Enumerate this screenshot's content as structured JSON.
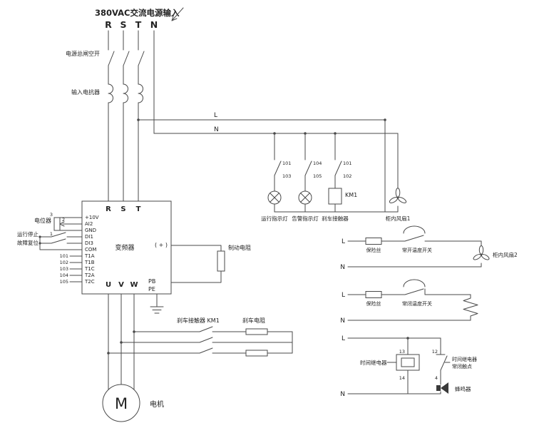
{
  "power": {
    "title": "380VAC交流电源输入",
    "phases": [
      "R",
      "S",
      "T",
      "N"
    ],
    "breaker_label": "电源总闸空开",
    "reactor_label": "输入电抗器"
  },
  "bus": {
    "l": "L",
    "n": "N"
  },
  "branches": {
    "run": {
      "num_top": "101",
      "num_bottom": "103",
      "label": "运行指示灯"
    },
    "alarm": {
      "num_top": "104",
      "num_bottom": "105",
      "label": "告警指示灯"
    },
    "brake": {
      "num_top": "101",
      "num_bottom": "102",
      "coil": "KM1",
      "label": "刹车接触器"
    },
    "fan1": {
      "label": "柜内风扇1"
    }
  },
  "inverter": {
    "name": "变频器",
    "top_terminals": [
      "R",
      "S",
      "T"
    ],
    "left_terminals": [
      "+10V",
      "AI2",
      "GND",
      "DI1",
      "DI3",
      "COM",
      "T1A",
      "T1B",
      "T1C",
      "T2A",
      "T2C"
    ],
    "bottom_terminals": [
      "U",
      "V",
      "W"
    ],
    "pb": "PB",
    "pe": "PE",
    "dc_plus": "( + )",
    "wire_numbers": [
      "101",
      "102",
      "103",
      "104",
      "105"
    ]
  },
  "potentiometer": {
    "label": "电位器",
    "pins": [
      "3",
      "2",
      "1"
    ]
  },
  "inputs": {
    "run_stop": "运行停止",
    "fault_reset": "故障复位"
  },
  "brake_resistor": {
    "label": "制动电阻"
  },
  "brake_unit": {
    "contactor": "刹车接触器 KM1",
    "resistor": "刹车电阻"
  },
  "motor": {
    "symbol": "M",
    "label": "电机"
  },
  "fan2_circuit": {
    "l": "L",
    "n": "N",
    "fuse": "保险丝",
    "switch": "常开温度开关",
    "fan": "柜内风扇2"
  },
  "heater_circuit": {
    "l": "L",
    "n": "N",
    "fuse": "保险丝",
    "switch": "常闭温度开关"
  },
  "timer_circuit": {
    "l": "L",
    "n": "N",
    "relay": "时间继电器",
    "contact_label_1": "时间继电器",
    "contact_label_2": "常闭触点",
    "buzzer": "蜂鸣器",
    "terminals": {
      "t13": "13",
      "t12": "12",
      "t14": "14",
      "t4": "4"
    }
  }
}
